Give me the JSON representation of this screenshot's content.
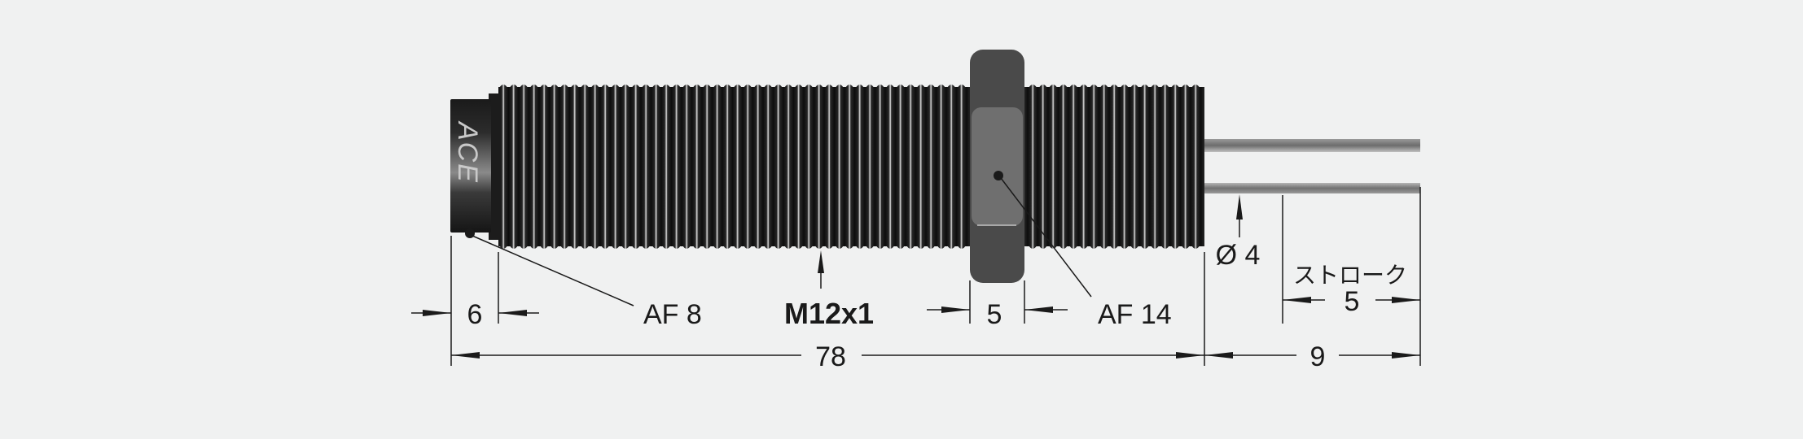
{
  "diagram": {
    "title": "Shock absorber dimensional drawing",
    "brand_mark": "ACE",
    "colors": {
      "background": "#f0f1f1",
      "body_dark": "#161616",
      "nut_dark": "#4a4a4a",
      "nut_face": "#707070",
      "rod": "#8a8a8a",
      "line": "#1a1a1a"
    },
    "labels": {
      "thread": "M12x1",
      "af_cap": "AF 8",
      "af_nut": "AF 14",
      "rod_diameter": "Ø 4",
      "stroke_label": "ストローク",
      "stroke_value": "5",
      "cap_length": "6",
      "nut_width": "5",
      "body_length": "78",
      "rod_extension": "9"
    }
  }
}
